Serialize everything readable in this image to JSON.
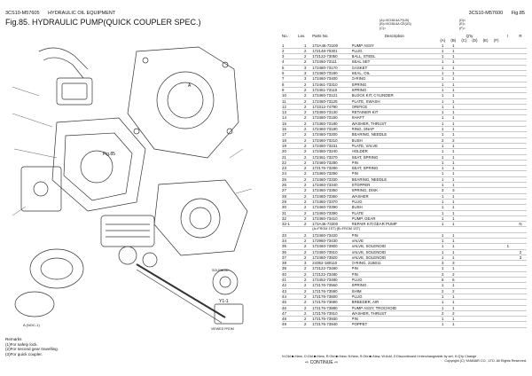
{
  "header": {
    "model_left": "3CS10-M57605",
    "section": "HYDRAULIC OIL EQUIPMENT",
    "title": "Fig.85.  HYDRAULIC PUMP(QUICK COUPLER SPEC.)",
    "model_right": "3CS10-M57600",
    "fig_ref": "Fig.85",
    "version_notes": [
      "(A)=VIO38-6A P(US)",
      "(B)=VIO38-6A CE(US)",
      "(C)="
    ],
    "version_notes2": [
      "(D)=",
      "(E)=",
      "(F)="
    ]
  },
  "columns": {
    "no": "No.",
    "lev": "Lev.",
    "parts_no": "Parts No.",
    "description": "Description",
    "qty": "Q'ty",
    "qa": "(A)",
    "qb": "(B)",
    "qc": "(C)",
    "qd": "(D)",
    "qe": "(E)",
    "qf": "(F)",
    "i": "I",
    "r": "R"
  },
  "rows": [
    {
      "no": "1",
      "lev": "1",
      "part": "172A46-73100",
      "desc": "PUMP ASSY",
      "a": "1",
      "b": "1",
      "i": "",
      "r": ""
    },
    {
      "no": "2",
      "lev": "2",
      "part": "172148-70301",
      "desc": "PLUG",
      "a": "1",
      "b": "1",
      "i": "",
      "r": ""
    },
    {
      "no": "3",
      "lev": "2",
      "part": "172122-73050",
      "desc": "BALL, STEEL",
      "a": "1",
      "b": "1",
      "i": "",
      "r": ""
    },
    {
      "no": "4",
      "lev": "2",
      "part": "172460-73111",
      "desc": "SEAL SET",
      "a": "1",
      "b": "1",
      "i": "",
      "r": ""
    },
    {
      "no": "5",
      "lev": "3",
      "part": "172480-73170",
      "desc": "GASKET",
      "a": "1",
      "b": "1",
      "i": "",
      "r": ""
    },
    {
      "no": "6",
      "lev": "3",
      "part": "172460-73190",
      "desc": "SEAL, OIL",
      "a": "1",
      "b": "1",
      "i": "",
      "r": ""
    },
    {
      "no": "7",
      "lev": "3",
      "part": "172460-73400",
      "desc": "O-RING",
      "a": "1",
      "b": "1",
      "i": "",
      "r": ""
    },
    {
      "no": "8",
      "lev": "2",
      "part": "172461-73310",
      "desc": "SPRING",
      "a": "1",
      "b": "1",
      "i": "",
      "r": ""
    },
    {
      "no": "9",
      "lev": "2",
      "part": "172461-73110",
      "desc": "SPRING",
      "a": "1",
      "b": "1",
      "i": "",
      "r": ""
    },
    {
      "no": "10",
      "lev": "2",
      "part": "172460-73121",
      "desc": "BLOCK KIT, CYLINDER",
      "a": "1",
      "b": "1",
      "i": "",
      "r": ""
    },
    {
      "no": "11",
      "lev": "2",
      "part": "172460-73125",
      "desc": "PLATE, SWASH",
      "a": "1",
      "b": "1",
      "i": "",
      "r": ""
    },
    {
      "no": "12",
      "lev": "2",
      "part": "172312-74790",
      "desc": "ORIFICE",
      "a": "1",
      "b": "1",
      "i": "",
      "r": ""
    },
    {
      "no": "13",
      "lev": "2",
      "part": "172460-73130",
      "desc": "RETAINER KIT",
      "a": "1",
      "b": "1",
      "i": "",
      "r": ""
    },
    {
      "no": "14",
      "lev": "2",
      "part": "172460-73150",
      "desc": "SHAFT",
      "a": "1",
      "b": "1",
      "i": "",
      "r": ""
    },
    {
      "no": "15",
      "lev": "2",
      "part": "172460-73180",
      "desc": "WASHER, THRUST",
      "a": "1",
      "b": "1",
      "i": "",
      "r": ""
    },
    {
      "no": "16",
      "lev": "2",
      "part": "172460-73180",
      "desc": "RING, SNAP",
      "a": "1",
      "b": "1",
      "i": "",
      "r": ""
    },
    {
      "no": "17",
      "lev": "2",
      "part": "172460-73200",
      "desc": "BEARING, NEEDLE",
      "a": "1",
      "b": "1",
      "i": "",
      "r": ""
    },
    {
      "no": "18",
      "lev": "2",
      "part": "172460-73210",
      "desc": "BUSH",
      "a": "2",
      "b": "2",
      "i": "",
      "r": ""
    },
    {
      "no": "19",
      "lev": "2",
      "part": "172460-73231",
      "desc": "PLATE, VALVE",
      "a": "1",
      "b": "1",
      "i": "",
      "r": ""
    },
    {
      "no": "20",
      "lev": "2",
      "part": "172460-73240",
      "desc": "HOLDER",
      "a": "1",
      "b": "1",
      "i": "",
      "r": ""
    },
    {
      "no": "21",
      "lev": "2",
      "part": "172461-73270",
      "desc": "SEAT, SPRING",
      "a": "1",
      "b": "1",
      "i": "",
      "r": ""
    },
    {
      "no": "22",
      "lev": "2",
      "part": "172460-73280",
      "desc": "PIN",
      "a": "1",
      "b": "1",
      "i": "",
      "r": ""
    },
    {
      "no": "23",
      "lev": "2",
      "part": "172176-73290",
      "desc": "SEAT, SPRING",
      "a": "1",
      "b": "1",
      "i": "",
      "r": ""
    },
    {
      "no": "24",
      "lev": "2",
      "part": "172460-73290",
      "desc": "PIN",
      "a": "1",
      "b": "1",
      "i": "",
      "r": ""
    },
    {
      "no": "25",
      "lev": "2",
      "part": "172460-73330",
      "desc": "BEARING, NEEDLE",
      "a": "1",
      "b": "1",
      "i": "",
      "r": ""
    },
    {
      "no": "26",
      "lev": "2",
      "part": "172460-73340",
      "desc": "STOPPER",
      "a": "1",
      "b": "1",
      "i": "",
      "r": ""
    },
    {
      "no": "27",
      "lev": "2",
      "part": "172460-73350",
      "desc": "SPRING, DISK",
      "a": "3",
      "b": "3",
      "i": "",
      "r": ""
    },
    {
      "no": "28",
      "lev": "2",
      "part": "172460-73360",
      "desc": "WASHER",
      "a": "1",
      "b": "1",
      "i": "",
      "r": ""
    },
    {
      "no": "29",
      "lev": "2",
      "part": "172460-73370",
      "desc": "PLUG",
      "a": "1",
      "b": "1",
      "i": "",
      "r": ""
    },
    {
      "no": "30",
      "lev": "2",
      "part": "172460-73390",
      "desc": "BUSH",
      "a": "1",
      "b": "1",
      "i": "",
      "r": ""
    },
    {
      "no": "31",
      "lev": "2",
      "part": "172460-73390",
      "desc": "PLATE",
      "a": "1",
      "b": "1",
      "i": "",
      "r": ""
    },
    {
      "no": "32",
      "lev": "2",
      "part": "172460-73410",
      "desc": "PUMP, GEAR",
      "a": "1",
      "b": "1",
      "i": "",
      "r": ""
    },
    {
      "no": "32-1",
      "lev": "2",
      "part": "172A46-73200",
      "desc": "REPAIR KIT,GEAR PUMP",
      "a": "1",
      "b": "1",
      "i": "",
      "r": "N"
    },
    {
      "sub": true,
      "desc": "(A=FROM 1ST)        (B=FROM 1ST)"
    },
    {
      "no": "33",
      "lev": "2",
      "part": "172460-73420",
      "desc": "PIN",
      "a": "1",
      "b": "1",
      "i": "",
      "r": ""
    },
    {
      "no": "34",
      "lev": "2",
      "part": "172960-73430",
      "desc": "VALVE",
      "a": "1",
      "b": "1",
      "i": "",
      "r": ""
    },
    {
      "no": "35",
      "lev": "2",
      "part": "172460-73900",
      "desc": "VALVE, SOLENOID",
      "a": "1",
      "b": "1",
      "i": "1",
      "r": ""
    },
    {
      "no": "36",
      "lev": "2",
      "part": "172460-73910",
      "desc": "VALVE, SOLENOID",
      "a": "1",
      "b": "1",
      "i": "",
      "r": "2"
    },
    {
      "no": "37",
      "lev": "2",
      "part": "172460-73920",
      "desc": "VALVE, SOLENOID",
      "a": "1",
      "b": "1",
      "i": "",
      "r": "3"
    },
    {
      "no": "38",
      "lev": "3",
      "part": "24352-180110",
      "desc": "O-RING, 21B011",
      "a": "3",
      "b": "3",
      "i": "",
      "r": ""
    },
    {
      "no": "39",
      "lev": "2",
      "part": "172122-73480",
      "desc": "PIN",
      "a": "1",
      "b": "1",
      "i": "",
      "r": ""
    },
    {
      "no": "40",
      "lev": "2",
      "part": "172122-73480",
      "desc": "PIN",
      "a": "2",
      "b": "2",
      "i": "",
      "r": ""
    },
    {
      "no": "41",
      "lev": "2",
      "part": "172452-73480",
      "desc": "PLUG",
      "a": "6",
      "b": "6",
      "i": "",
      "r": ""
    },
    {
      "no": "42",
      "lev": "2",
      "part": "172176-73560",
      "desc": "SPRING",
      "a": "1",
      "b": "1",
      "i": "",
      "r": ""
    },
    {
      "no": "43",
      "lev": "2",
      "part": "172176-73590",
      "desc": "SHIM",
      "a": "2",
      "b": "2",
      "i": "",
      "r": ""
    },
    {
      "no": "44",
      "lev": "2",
      "part": "172176-73600",
      "desc": "PLUG",
      "a": "1",
      "b": "1",
      "i": "",
      "r": ""
    },
    {
      "no": "45",
      "lev": "2",
      "part": "172176-73690",
      "desc": "BREEDER, AIR",
      "a": "1",
      "b": "1",
      "i": "",
      "r": ""
    },
    {
      "no": "46",
      "lev": "2",
      "part": "172176-73880",
      "desc": "PUMP ASSY, TROCHOID",
      "a": "1",
      "b": "1",
      "i": "",
      "r": ""
    },
    {
      "no": "47",
      "lev": "2",
      "part": "172176-73910",
      "desc": "WASHER, THRUST",
      "a": "2",
      "b": "2",
      "i": "",
      "r": ""
    },
    {
      "no": "48",
      "lev": "2",
      "part": "172176-73930",
      "desc": "PIN",
      "a": "1",
      "b": "1",
      "i": "",
      "r": ""
    },
    {
      "no": "49",
      "lev": "2",
      "part": "172176-73940",
      "desc": "POPPET",
      "a": "1",
      "b": "1",
      "i": "",
      "r": ""
    }
  ],
  "remarks": {
    "title": "Remarks",
    "lines": [
      "(1)For safety lock.",
      "(2)For second gear travelling.",
      "(3)For quick coupler."
    ]
  },
  "diagram": {
    "labels": {
      "fig_note": "Fig.85",
      "view_a": "A",
      "see_fig": "Y1-1",
      "solenoid": "SOLENOID",
      "view_from": "VIEWED FROM",
      "a_dir": "A (NOC-1)"
    }
  },
  "footer": {
    "legend": "N:Old  ■=New, O:Old  ■=New, R:Old  ■=New, N:New, S:Old  ■=New, W:Add, Z:Discontinued  I:Interchangeable by set, K:Q'ty Change",
    "continue": "⇨ CONTINUE ⇨",
    "copyright": "Copyright (C)  YANMAR CO., LTD. All Rights Reserved."
  }
}
